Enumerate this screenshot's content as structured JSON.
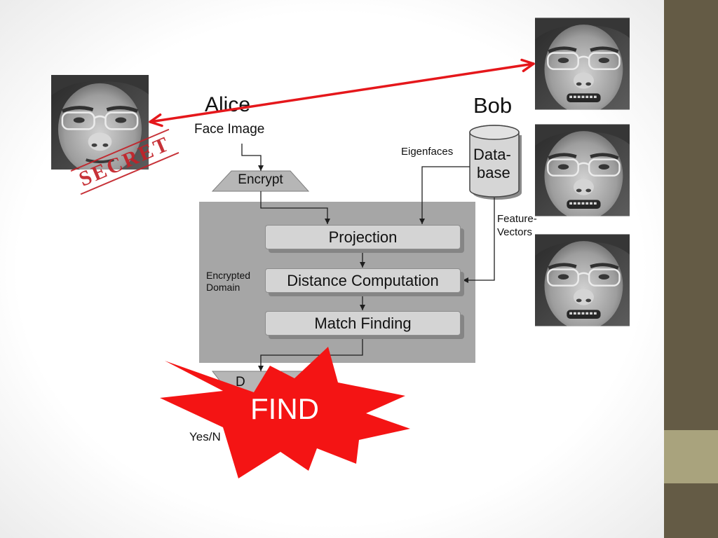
{
  "slide": {
    "alice": {
      "name": "Alice",
      "input_label": "Face Image"
    },
    "bob": {
      "name": "Bob",
      "database_label": [
        "Data-",
        "base"
      ],
      "eigenfaces_label": "Eigenfaces",
      "feature_vectors_label": [
        "Feature-",
        "Vectors"
      ]
    },
    "encrypt_label": "Encrypt",
    "encrypted_domain": {
      "label": [
        "Encrypted",
        "Domain"
      ],
      "steps": [
        "Projection",
        "Distance Computation",
        "Match Finding"
      ]
    },
    "output_stage_label": "D",
    "result_label": "Yes/N",
    "stamp_text": "SECRET",
    "callout_text": "FIND"
  },
  "colors": {
    "callout_red": "#f41414",
    "arrow_red": "#e5171b",
    "stamp_red": "#c32128",
    "sidebar": "#645b45",
    "sidebar_highlight": "#a9a37d",
    "domain_box": "#a6a6a6",
    "step_box": "#d4d4d4"
  }
}
